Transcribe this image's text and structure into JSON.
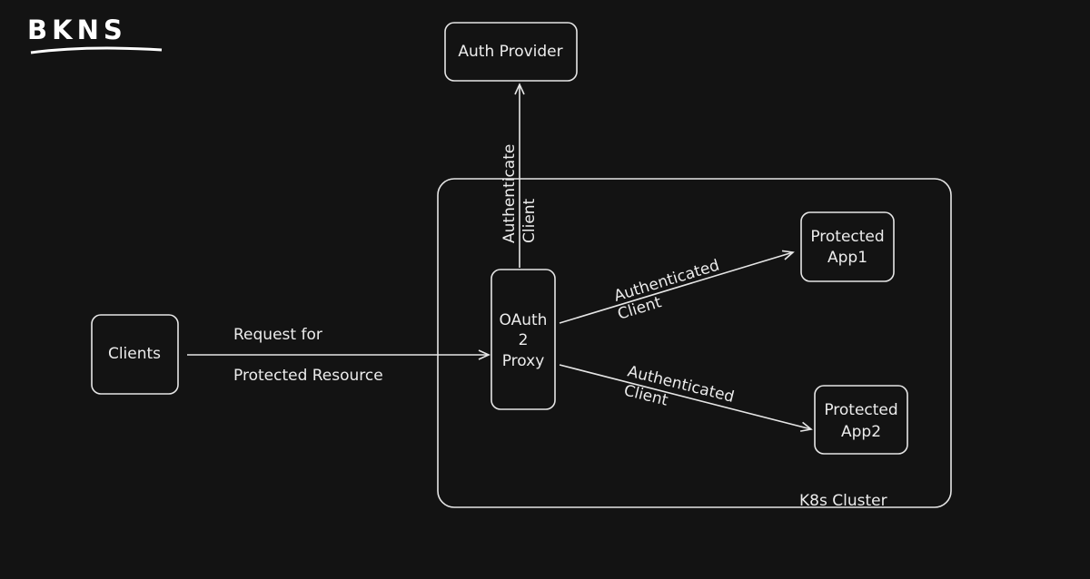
{
  "logo": {
    "text": "BKNS"
  },
  "nodes": {
    "auth_provider": "Auth Provider",
    "clients": "Clients",
    "oauth_proxy": [
      "OAuth",
      "2",
      "Proxy"
    ],
    "protected_app1": [
      "Protected",
      "App1"
    ],
    "protected_app2": [
      "Protected",
      "App2"
    ],
    "cluster": "K8s Cluster"
  },
  "edges": {
    "request_line1": "Request for",
    "request_line2": "Protected Resource",
    "authenticate_line1": "Authenticate",
    "authenticate_line2": "Client",
    "to_app1_line1": "Authenticated",
    "to_app1_line2": "Client",
    "to_app2_line1": "Authenticated",
    "to_app2_line2": "Client"
  },
  "colors": {
    "background": "#131313",
    "stroke": "#e6e6e6",
    "text": "#ececec"
  }
}
